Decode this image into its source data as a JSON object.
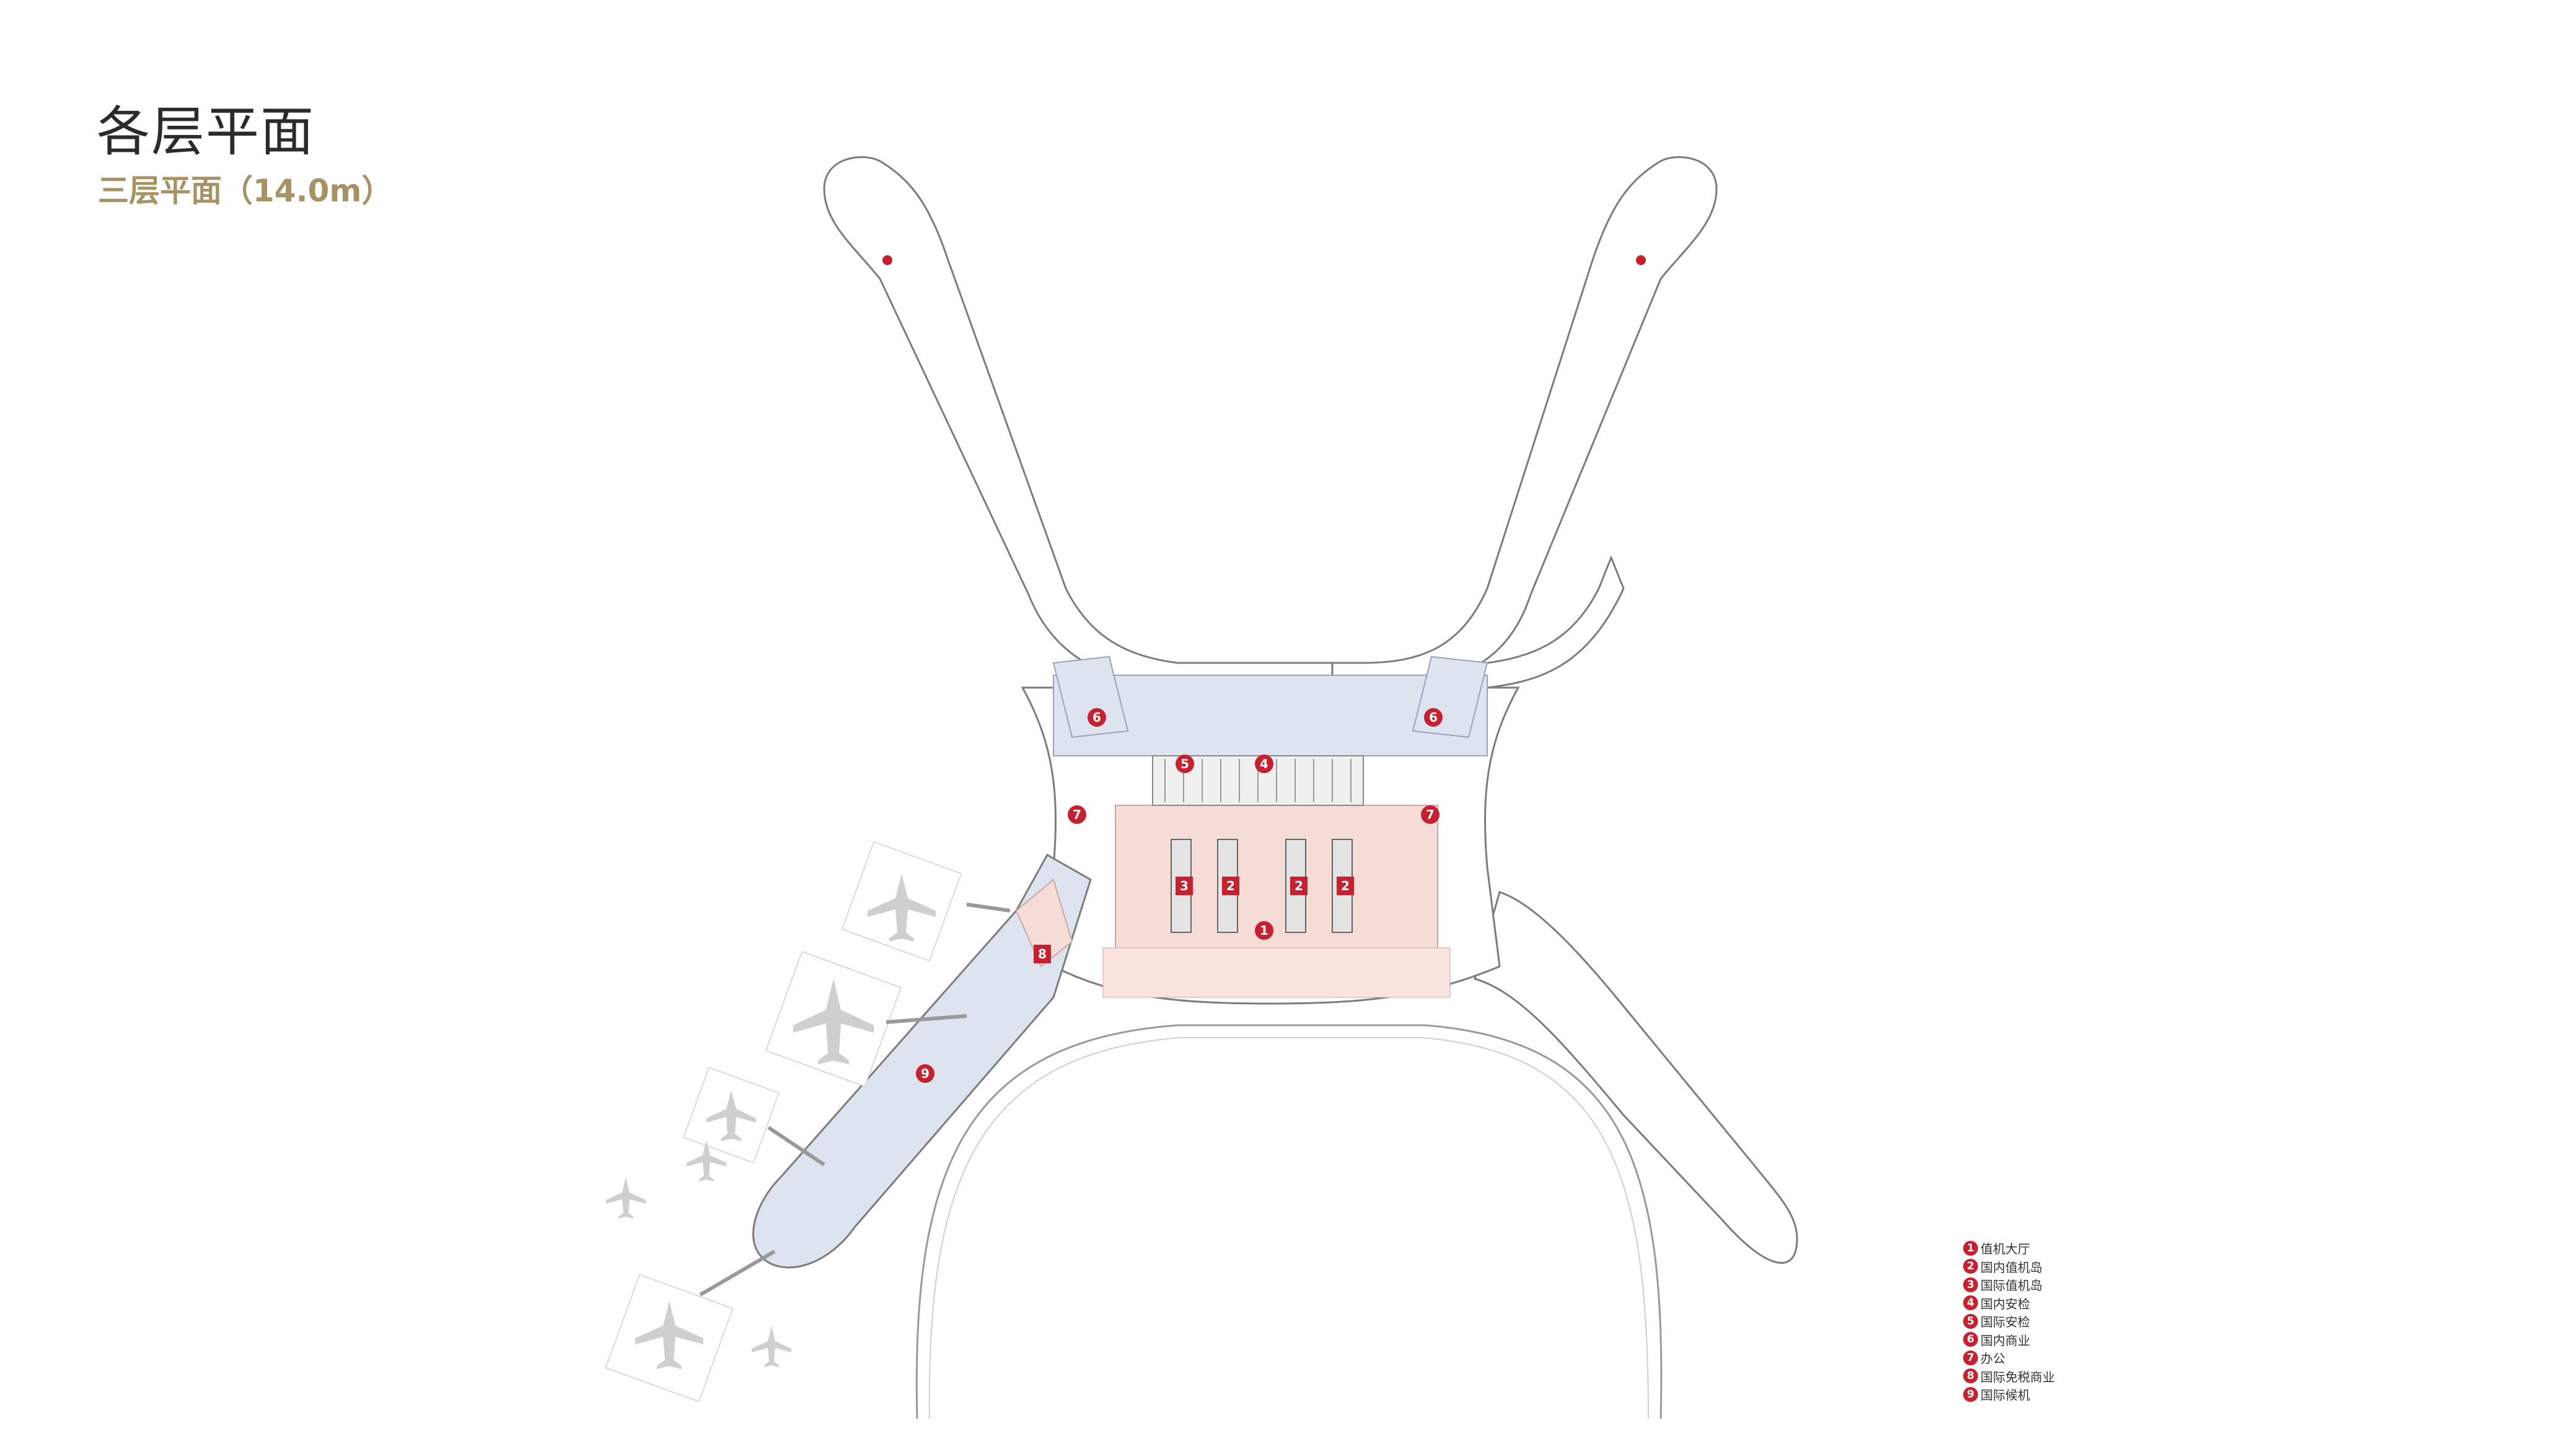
{
  "header": {
    "title": "各层平面",
    "subtitle": "三层平面（14.0m）"
  },
  "colors": {
    "accent_red": "#c8202f",
    "subtitle_gold": "#a79263",
    "hall_pink": "#f6dcd6",
    "circulation_blue": "#dde3ef",
    "outline_gray": "#8a8a8a"
  },
  "plan": {
    "markers": [
      {
        "id": "m6a",
        "num": "6"
      },
      {
        "id": "m6b",
        "num": "6"
      },
      {
        "id": "m5",
        "num": "5"
      },
      {
        "id": "m4",
        "num": "4"
      },
      {
        "id": "m7a",
        "num": "7"
      },
      {
        "id": "m7b",
        "num": "7"
      },
      {
        "id": "m3",
        "num": "3"
      },
      {
        "id": "m2a",
        "num": "2"
      },
      {
        "id": "m2b",
        "num": "2"
      },
      {
        "id": "m2c",
        "num": "2"
      },
      {
        "id": "m1",
        "num": "1"
      },
      {
        "id": "m8",
        "num": "8"
      },
      {
        "id": "m9",
        "num": "9"
      }
    ]
  },
  "legend": [
    {
      "num": "1",
      "label": "值机大厅"
    },
    {
      "num": "2",
      "label": "国内值机岛"
    },
    {
      "num": "3",
      "label": "国际值机岛"
    },
    {
      "num": "4",
      "label": "国内安检"
    },
    {
      "num": "5",
      "label": "国际安检"
    },
    {
      "num": "6",
      "label": "国内商业"
    },
    {
      "num": "7",
      "label": "办公"
    },
    {
      "num": "8",
      "label": "国际免税商业"
    },
    {
      "num": "9",
      "label": "国际候机"
    }
  ]
}
